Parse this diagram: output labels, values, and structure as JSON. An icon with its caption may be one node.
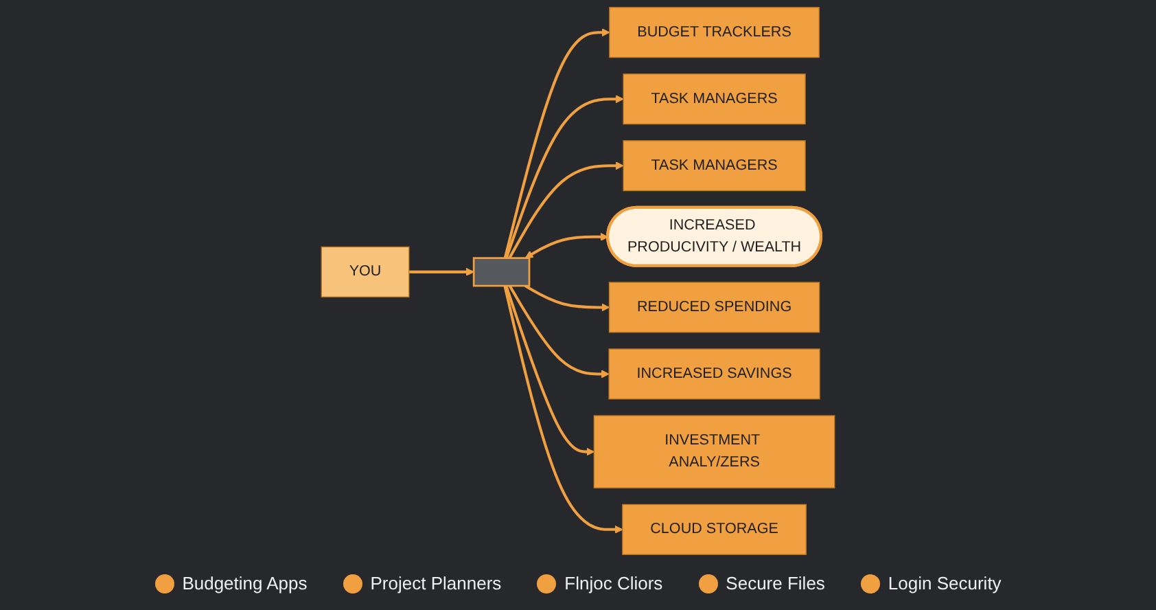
{
  "diagram": {
    "nodes": [
      {
        "text": [
          "YOU"
        ]
      },
      {
        "text": [
          "BUDGET TRACKLERS"
        ]
      },
      {
        "text": [
          "TASK MANAGERS"
        ]
      },
      {
        "text": [
          "TASK MANAGERS"
        ]
      },
      {
        "text": [],
        "shape": "box"
      },
      {
        "text": [
          "INCREASED PRODUCIVITY / WEALTH"
        ]
      },
      {
        "text": [
          "REDUCED SPENDING"
        ]
      },
      {
        "text": [
          "INCREASED SAVINGS"
        ]
      },
      {
        "text": [
          "INVESTMENT ANALY/ZERS"
        ]
      },
      {
        "text": [
          "CLOUD STORAGE"
        ]
      }
    ],
    "edges": [
      {
        "from": 0,
        "to": 4,
        "arrow": "to"
      },
      {
        "from": 4,
        "to": 1,
        "arrow": "to"
      },
      {
        "from": 4,
        "to": 2,
        "arrow": "to"
      },
      {
        "from": 4,
        "to": 3,
        "arrow": "to"
      },
      {
        "from": 4,
        "to": 5,
        "arrow": "both"
      },
      {
        "from": 4,
        "to": 6,
        "arrow": "to"
      },
      {
        "from": 4,
        "to": 7,
        "arrow": "to"
      },
      {
        "from": 4,
        "to": 8,
        "arrow": "to"
      },
      {
        "from": 4,
        "to": 9,
        "arrow": "to"
      }
    ],
    "legend": [
      {
        "text": "Budgeting Apps"
      },
      {
        "text": "Project Planners"
      },
      {
        "text": "Flnjoc Cliors"
      },
      {
        "text": "Secure Files"
      },
      {
        "text": "Login Security"
      }
    ]
  }
}
